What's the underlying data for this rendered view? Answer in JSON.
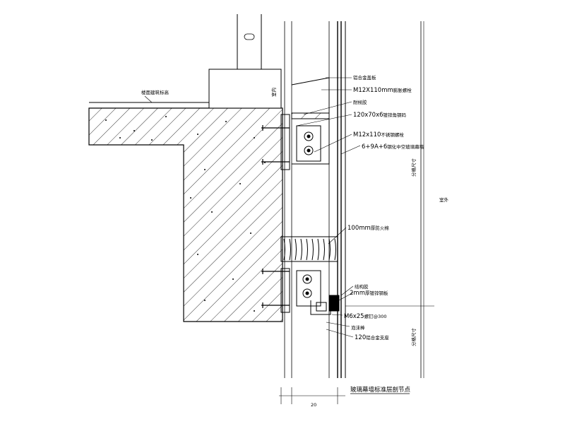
{
  "drawing": {
    "title": "玻璃幕墙标准层剖节点",
    "labels": {
      "floor_finish": "楼面建筑标高",
      "aluminum_cover": "铝合金盖板",
      "bolt_m12x110_a": "M12X110mm",
      "bolt_m12x110_a_suffix": "膨胀螺栓",
      "sealant_a": "耐候胶",
      "angle_steel": "120x70x6",
      "angle_steel_suffix": "镀锌角钢码",
      "bolt_m12x110_b": "M12x110",
      "bolt_m12x110_b_suffix": "不锈钢螺栓",
      "glass": "6+9A+6",
      "glass_suffix": "钢化中空玻璃幕墙",
      "fire_insulation": "100mm",
      "fire_insulation_suffix": "厚防火棉",
      "sealant_b": "结构胶",
      "steel_plate": "2mm",
      "steel_plate_suffix": "厚镀锌钢板",
      "screw": "M6x25",
      "screw_suffix": "螺钉@300",
      "foam_rod": "泡沫棒",
      "support": "120",
      "support_suffix": "铝合金支座",
      "room_side": "室内",
      "exterior": "室外",
      "dim_upper": "分格尺寸",
      "dim_lower": "分格尺寸",
      "dim_bottom": "20"
    }
  }
}
